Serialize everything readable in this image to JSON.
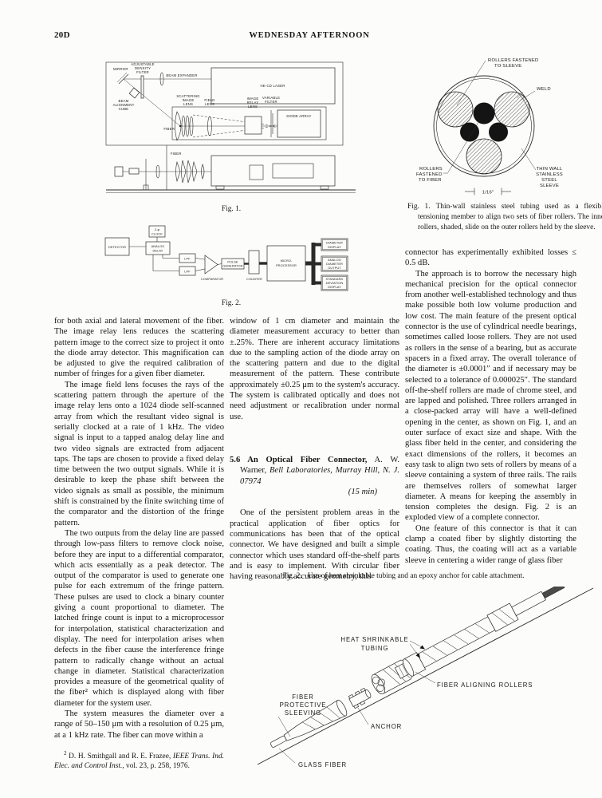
{
  "header": {
    "page_number": "20D",
    "session_title": "WEDNESDAY AFTERNOON"
  },
  "fig1_optical": {
    "labels": {
      "mirror": "MIRROR",
      "adf": [
        "ADJUSTABLE",
        "DENSITY",
        "FILTER"
      ],
      "beam_expander": "BEAM EXPANDER",
      "laser": "HE-CD LASER",
      "bac": [
        "BEAM",
        "ALIGNMENT",
        "CUBE"
      ],
      "sil": [
        "SCATTERING",
        "IMAGE",
        "LENS"
      ],
      "field_lens": [
        "FIELD",
        "LENS"
      ],
      "fiber": "FIBER",
      "irl": [
        "IMAGE",
        "RELAY",
        "LENS"
      ],
      "vf": [
        "VARIABLE",
        "FILTER"
      ],
      "diode_array": "DIODE ARRAY",
      "fiber_side": "FIBER"
    },
    "caption": "Fig. 1."
  },
  "fig2_block": {
    "labels": {
      "detector": "DETECTOR",
      "clock": [
        "2-φ",
        "CLOCK"
      ],
      "analog_delay": [
        "ANALOG",
        "DELAY"
      ],
      "lpf": "LPF",
      "comparator": "COMPARATOR",
      "pulse_generator": [
        "PULSE",
        "GENERATOR"
      ],
      "counter": "COUNTER",
      "microprocessor": [
        "MICRO-",
        "PROCESSOR"
      ],
      "diameter_display": [
        "DIAMETER",
        "DISPLAY"
      ],
      "analog_output": [
        "ANALOG",
        "DIAMETER",
        "OUTPUT"
      ],
      "std_dev_display": [
        "STANDARD",
        "DEVIATION",
        "DISPLAY"
      ]
    },
    "caption": "Fig. 2."
  },
  "fig1_rollers": {
    "labels": {
      "fastened_sleeve": [
        "ROLLERS FASTENED",
        "TO SLEEVE"
      ],
      "weld": "WELD",
      "fastened_fiber": [
        "ROLLERS",
        "FASTENED",
        "TO FIBER"
      ],
      "sleeve": [
        "THIN WALL",
        "STAINLESS",
        "STEEL",
        "SLEEVE"
      ],
      "scale": "1/16″"
    },
    "caption_label": "Fig. 1.",
    "caption_text": "Thin-wall stainless steel tubing used as a flexible tensioning member to align two sets of fiber rollers. The inner rollers, shaded, slide on the outer rollers held by the sleeve."
  },
  "fig2_connector": {
    "labels": {
      "heat_shrinkable": [
        "HEAT SHRINKABLE",
        "TUBING"
      ],
      "aligning_rollers": "FIBER ALIGNING ROLLERS",
      "protective_sleeving": [
        "FIBER",
        "PROTECTIVE",
        "SLEEVING"
      ],
      "anchor": "ANCHOR",
      "glass_fiber": "GLASS FIBER"
    },
    "caption_label": "Fig. 2.",
    "caption_text": "Use of heat shrinkable tubing and an epoxy anchor for cable attachment."
  },
  "columns": {
    "left": {
      "p1": "for both axial and lateral movement of the fiber. The image relay lens reduces the scattering pattern image to the correct size to project it onto the diode array detector. This magnification can be adjusted to give the required calibration of number of fringes for a given fiber diameter.",
      "p2": "The image field lens focuses the rays of the scattering pattern through the aperture of the image relay lens onto a 1024 diode self-scanned array from which the resultant video signal is serially clocked at a rate of 1 kHz. The video signal is input to a tapped analog delay line and two video signals are extracted from adjacent taps. The taps are chosen to provide a fixed delay time between the two output signals. While it is desirable to keep the phase shift between the video signals as small as possible, the minimum shift is constrained by the finite switching time of the comparator and the distortion of the fringe pattern.",
      "p3": "The two outputs from the delay line are passed through low-pass filters to remove clock noise, before they are input to a differential comparator, which acts essentially as a peak detector. The output of the comparator is used to generate one pulse for each extremum of the fringe pattern. These pulses are used to clock a binary counter giving a count proportional to diameter. The latched fringe count is input to a microprocessor for interpolation, statistical characterization and display. The need for interpolation arises when defects in the fiber cause the interference fringe pattern to radically change without an actual change in diameter. Statistical characterization provides a measure of the geometrical quality of the fiber² which is displayed along with fiber diameter for the system user.",
      "p4": "The system measures the diameter over a range of 50–150 μm with a resolution of 0.25 μm, at a 1 kHz rate. The fiber can move within a"
    },
    "middle": {
      "p1": "window of 1 cm diameter and maintain the diameter measurement accuracy to better than ±.25%. There are inherent accuracy limitations due to the sampling action of the diode array on the scattering pattern and due to the digital measurement of the pattern. These contribute approximately ±0.25 μm to the system's accuracy. The system is calibrated optically and does not need adjustment or recalibration under normal use.",
      "section": {
        "number": "5.6",
        "title": "An Optical Fiber Connector,",
        "author": " A. W. Warner,",
        "affiliation": "Bell Laboratories, Murray Hill, N. J. 07974",
        "duration": "(15 min)"
      },
      "p2": "One of the persistent problem areas in the practical application of fiber optics for communications has been that of the optical connector. We have designed and built a simple connector which uses standard off-the-shelf parts and is easy to implement. With circular fiber having reasonably accurate geometry, this"
    },
    "right": {
      "p1": "connector has experimentally exhibited losses ≤ 0.5 dB.",
      "p2": "The approach is to borrow the necessary high mechanical precision for the optical connector from another well-established technology and thus make possible both low volume production and low cost. The main feature of the present optical connector is the use of cylindrical needle bearings, sometimes called loose rollers. They are not used as rollers in the sense of a bearing, but as accurate spacers in a fixed array. The overall tolerance of the diameter is ±0.0001″ and if necessary may be selected to a tolerance of 0.000025″. The standard off-the-shelf rollers are made of chrome steel, and are lapped and polished. Three rollers arranged in a close-packed array will have a well-defined opening in the center, as shown on Fig. 1, and an outer surface of exact size and shape. With the glass fiber held in the center, and considering the exact dimensions of the rollers, it becomes an easy task to align two sets of rollers by means of a sleeve containing a system of three rails. The rails are themselves rollers of somewhat larger diameter. A means for keeping the assembly in tension completes the design. Fig. 2 is an exploded view of a complete connector.",
      "p3": "One feature of this connector is that it can clamp a coated fiber by slightly distorting the coating. Thus, the coating will act as a variable sleeve in centering a wider range of glass fiber"
    }
  },
  "footnote": {
    "marker": "2",
    "pre": " D. H. Smithgall and R. E. Frazee, ",
    "source": "IEEE Trans. Ind. Elec. and Control Inst.,",
    "post": " vol. 23, p. 258, 1976."
  }
}
